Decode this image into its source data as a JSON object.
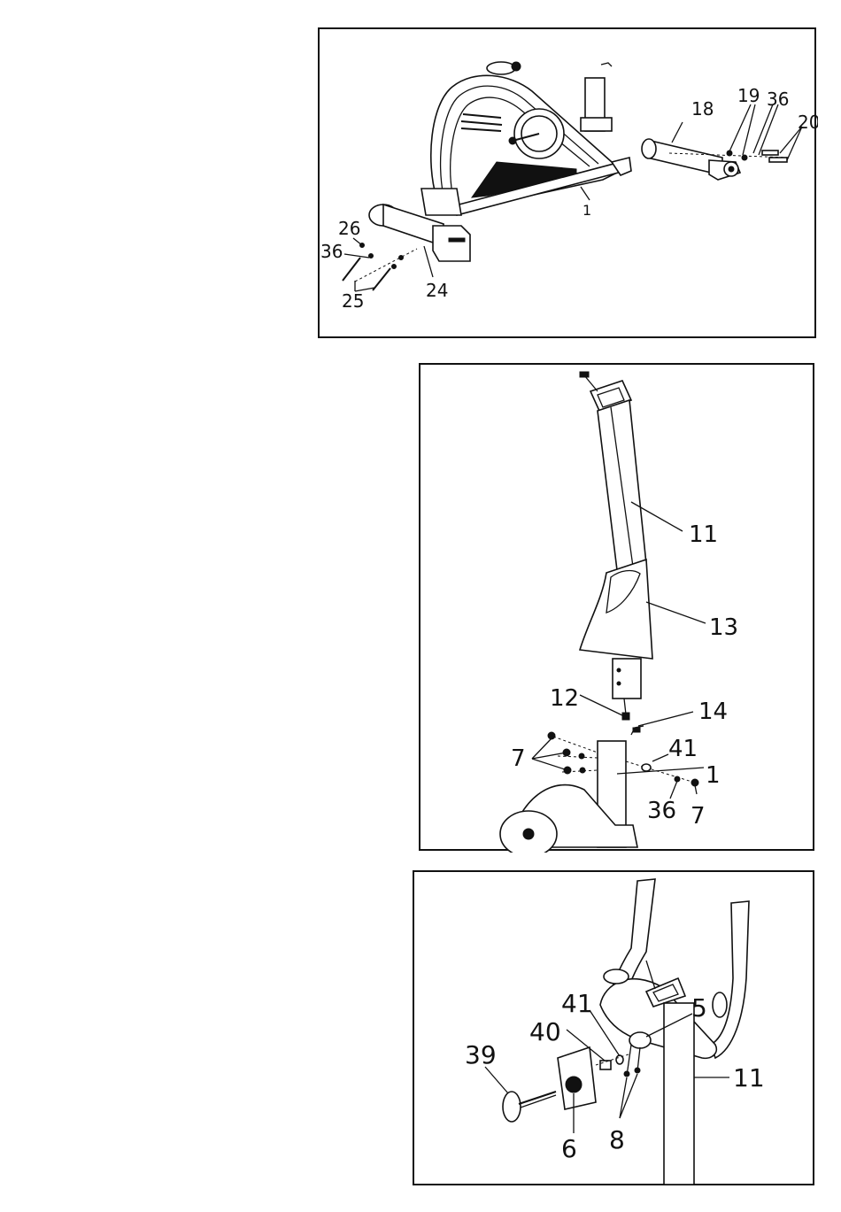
{
  "panel1": {
    "labels": {
      "p1": "1",
      "p18": "18",
      "p19": "19",
      "p36a": "36",
      "p20": "20",
      "p26": "26",
      "p36b": "36",
      "p25": "25",
      "p24": "24"
    }
  },
  "panel2": {
    "labels": {
      "p11": "11",
      "p13": "13",
      "p12": "12",
      "p14": "14",
      "p7a": "7",
      "p41": "41",
      "p1": "1",
      "p36": "36",
      "p7b": "7"
    }
  },
  "panel3": {
    "labels": {
      "p39": "39",
      "p40": "40",
      "p41": "41",
      "p5": "5",
      "p11": "11",
      "p6": "6",
      "p8": "8"
    }
  }
}
